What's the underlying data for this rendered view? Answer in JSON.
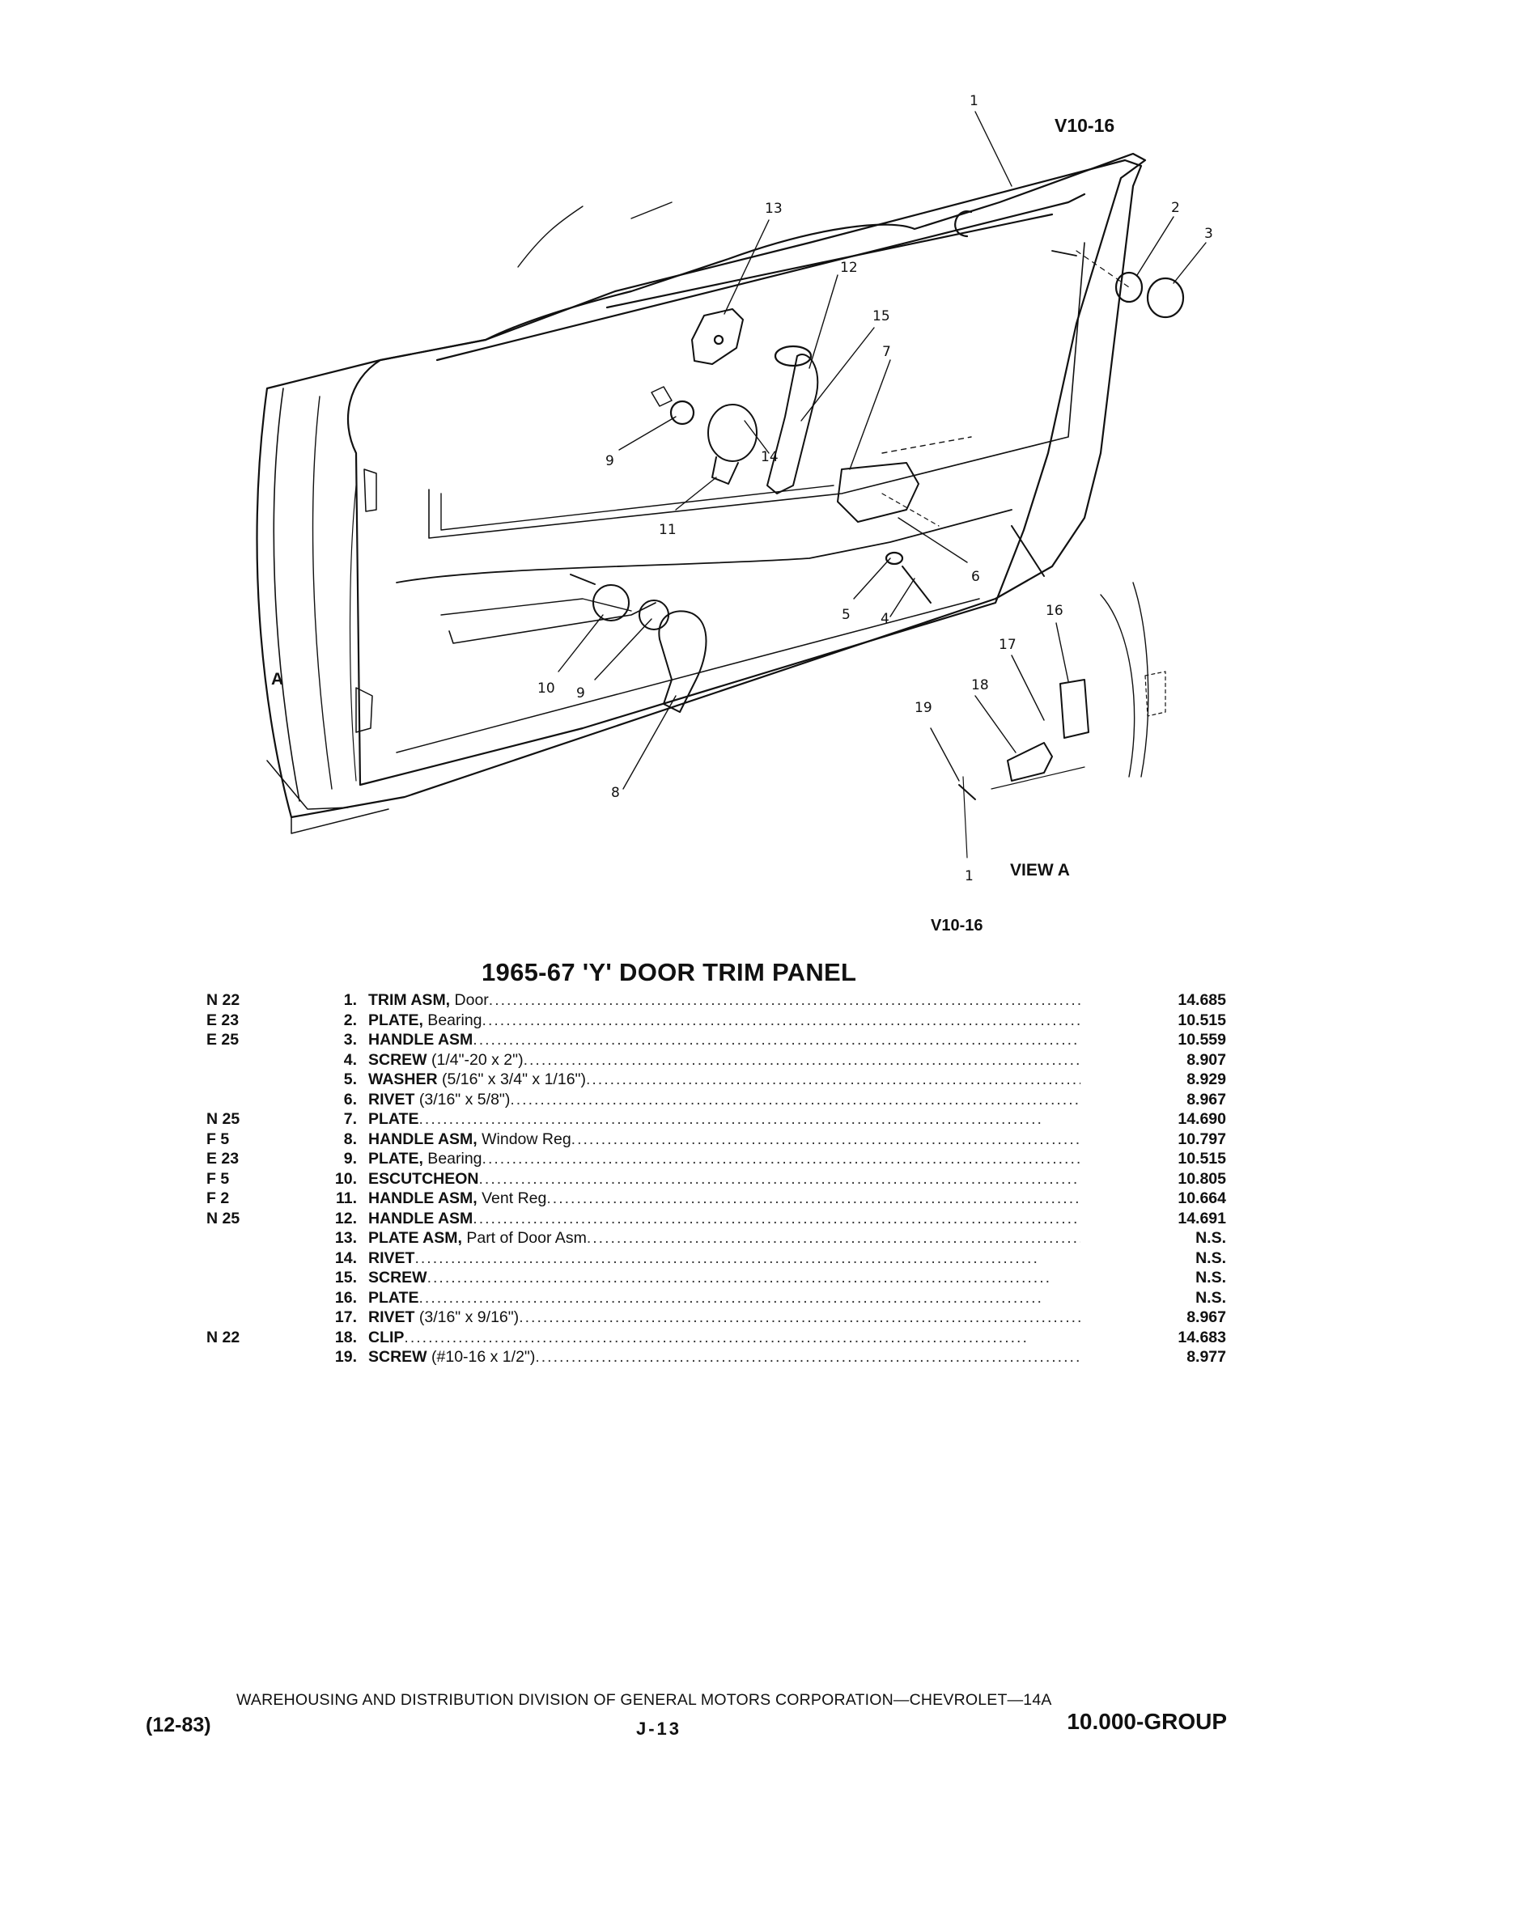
{
  "figure": {
    "id_top": "V10-16",
    "id_bottom": "V10-16",
    "view_label": "VIEW A",
    "view_marker": "A",
    "callouts": [
      "1",
      "2",
      "3",
      "4",
      "5",
      "6",
      "7",
      "8",
      "9",
      "9",
      "10",
      "11",
      "12",
      "13",
      "14",
      "15",
      "16",
      "17",
      "18",
      "19",
      "1"
    ]
  },
  "title": "1965-67 'Y' DOOR TRIM PANEL",
  "parts": [
    {
      "code": "N 22",
      "num": "1.",
      "name": "TRIM ASM,",
      "desc": " Door",
      "pn": "14.685"
    },
    {
      "code": "E 23",
      "num": "2.",
      "name": "PLATE,",
      "desc": " Bearing",
      "pn": "10.515"
    },
    {
      "code": "E 25",
      "num": "3.",
      "name": "HANDLE ASM",
      "desc": "",
      "pn": "10.559"
    },
    {
      "code": "",
      "num": "4.",
      "name": "SCREW",
      "desc": " (1/4\"-20 x 2\")",
      "pn": "8.907"
    },
    {
      "code": "",
      "num": "5.",
      "name": "WASHER",
      "desc": " (5/16\" x 3/4\" x 1/16\")",
      "pn": "8.929"
    },
    {
      "code": "",
      "num": "6.",
      "name": "RIVET",
      "desc": " (3/16\" x 5/8\")",
      "pn": "8.967"
    },
    {
      "code": "N 25",
      "num": "7.",
      "name": "PLATE",
      "desc": "",
      "pn": "14.690"
    },
    {
      "code": "F 5",
      "num": "8.",
      "name": "HANDLE ASM,",
      "desc": " Window Reg",
      "pn": "10.797"
    },
    {
      "code": "E 23",
      "num": "9.",
      "name": "PLATE,",
      "desc": " Bearing",
      "pn": "10.515"
    },
    {
      "code": "F 5",
      "num": "10.",
      "name": "ESCUTCHEON",
      "desc": "",
      "pn": "10.805"
    },
    {
      "code": "F 2",
      "num": "11.",
      "name": "HANDLE ASM,",
      "desc": " Vent Reg",
      "pn": "10.664"
    },
    {
      "code": "N 25",
      "num": "12.",
      "name": "HANDLE ASM",
      "desc": "",
      "pn": "14.691"
    },
    {
      "code": "",
      "num": "13.",
      "name": "PLATE ASM,",
      "desc": " Part of Door Asm",
      "pn": "N.S."
    },
    {
      "code": "",
      "num": "14.",
      "name": "RIVET",
      "desc": "",
      "pn": "N.S."
    },
    {
      "code": "",
      "num": "15.",
      "name": "SCREW",
      "desc": "",
      "pn": "N.S."
    },
    {
      "code": "",
      "num": "16.",
      "name": "PLATE",
      "desc": "",
      "pn": "N.S."
    },
    {
      "code": "",
      "num": "17.",
      "name": "RIVET",
      "desc": " (3/16\" x 9/16\")",
      "pn": "8.967"
    },
    {
      "code": "N 22",
      "num": "18.",
      "name": "CLIP",
      "desc": "",
      "pn": "14.683"
    },
    {
      "code": "",
      "num": "19.",
      "name": "SCREW",
      "desc": " (#10-16 x 1/2\")",
      "pn": "8.977"
    }
  ],
  "dots": "........................................................................................................",
  "footer": {
    "division": "WAREHOUSING AND DISTRIBUTION DIVISION OF GENERAL MOTORS CORPORATION—CHEVROLET—14A",
    "date": "(12-83)",
    "page": "J-13",
    "group": "10.000-GROUP"
  }
}
